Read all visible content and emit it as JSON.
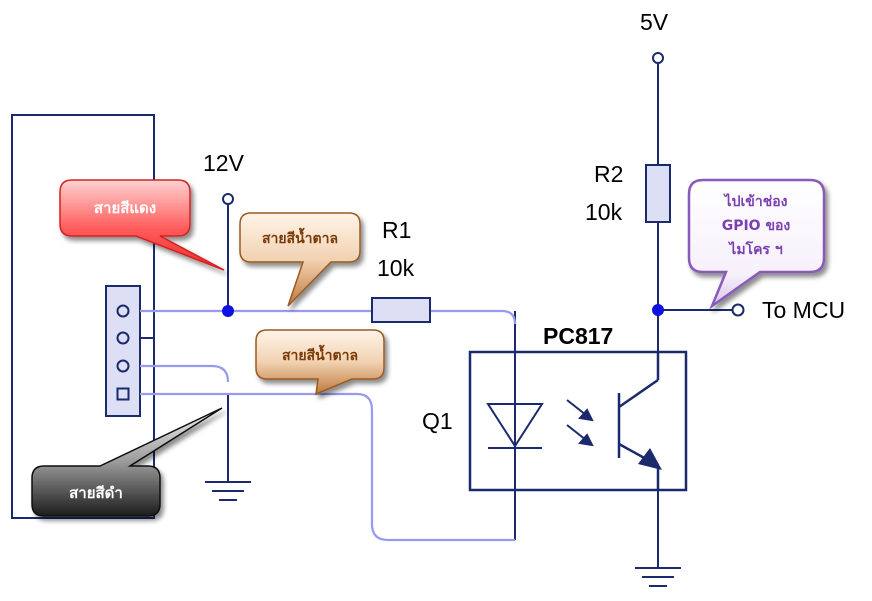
{
  "supply": {
    "v12": "12V",
    "v5": "5V"
  },
  "r1": {
    "ref": "R1",
    "value": "10k"
  },
  "r2": {
    "ref": "R2",
    "value": "10k"
  },
  "optocoupler": {
    "part": "PC817",
    "ref": "Q1"
  },
  "output": {
    "label": "To MCU"
  },
  "callouts": {
    "red_wire": "สายสีแดง",
    "brown_wire_1": "สายสีน้ำตาล",
    "brown_wire_2": "สายสีน้ำตาล",
    "black_wire": "สายสีดำ",
    "gpio_line1": "ไปเข้าช่อง",
    "gpio_line2": "GPIO ของ",
    "gpio_line3": "ไมโคร ฯ"
  },
  "colors": {
    "wire_dark": "#1a2a6c",
    "wire_light": "#9999ee",
    "node": "#1010e0",
    "red_callout": "#ff4d4d",
    "brown_callout": "#b5651d",
    "black_callout": "#222222",
    "purple_callout": "#8a5ab8"
  }
}
